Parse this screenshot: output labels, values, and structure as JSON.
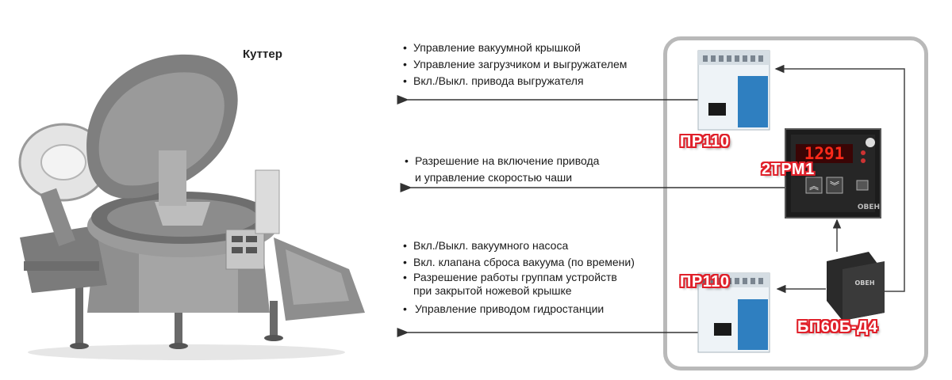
{
  "title": "Куттер",
  "bullets_top": [
    "Управление вакуумной крышкой",
    "Управление загрузчиком и выгружателем",
    "Вкл./Выкл. привода выгружателя"
  ],
  "bullets_mid": [
    "Разрешение на включение привода",
    "и управление скоростью чаши"
  ],
  "bullets_bottom": [
    "Вкл./Выкл. вакуумного насоса",
    "Вкл. клапана сброса вакуума (по времени)",
    "Разрешение работы группам устройств",
    "при закрытой ножевой крышке",
    "Управление приводом гидростанции"
  ],
  "devices": {
    "pr110_top": "ПР110",
    "trm": "2ТРМ1",
    "pr110_bottom": "ПР110",
    "bp": "БП60Б-Д4",
    "display_value": "1291",
    "brand": "ОВЕН"
  },
  "colors": {
    "label_red": "#e0202a",
    "panel_border": "#b9b9b9",
    "display_red": "#ff2a1a"
  }
}
